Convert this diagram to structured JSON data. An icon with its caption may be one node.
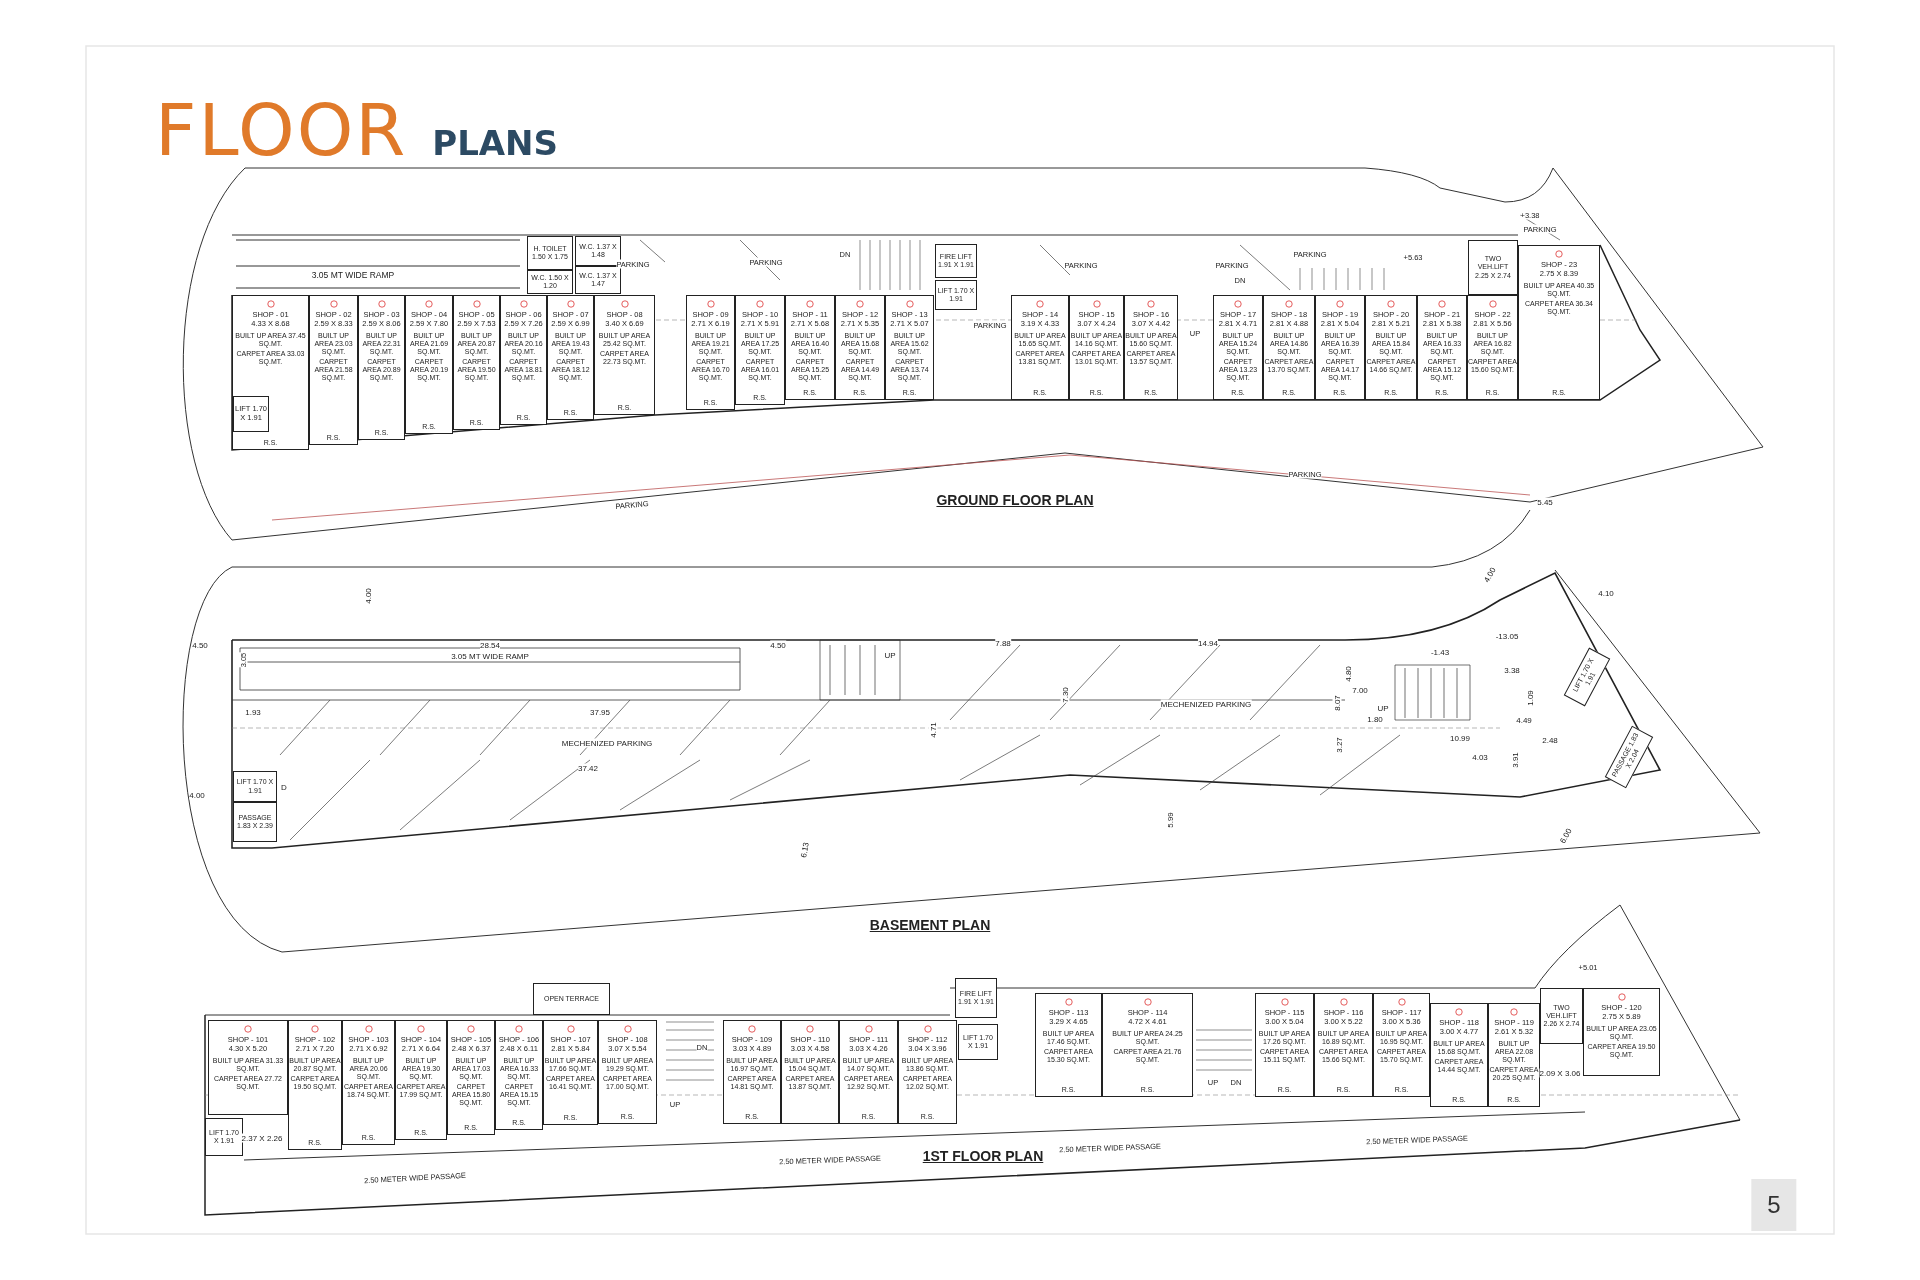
{
  "diagram": {
    "title": "FLOOR **PLANS**",
    "nodes": [
      {
        "text": [
          "SHOP - 01",
          "4.33 X 8.68",
          "BUILT UP AREA 37.45 SQ.MT.",
          "CARPET AREA 33.03 SQ.MT.",
          "R.S."
        ]
      },
      {
        "text": [
          "SHOP - 02",
          "2.59 X 8.33",
          "BUILT UP AREA 23.03 SQ.MT.",
          "CARPET AREA 21.58 SQ.MT.",
          "R.S."
        ]
      },
      {
        "text": [
          "SHOP - 03",
          "2.59 X 8.06",
          "BUILT UP AREA 22.31 SQ.MT.",
          "CARPET AREA 20.89 SQ.MT.",
          "R.S."
        ]
      },
      {
        "text": [
          "SHOP - 04",
          "2.59 X 7.80",
          "BUILT UP AREA 21.69 SQ.MT.",
          "CARPET AREA 20.19 SQ.MT.",
          "R.S."
        ]
      },
      {
        "text": [
          "SHOP - 05",
          "2.59 X 7.53",
          "BUILT UP AREA 20.87 SQ.MT.",
          "CARPET AREA 19.50 SQ.MT.",
          "R.S."
        ]
      },
      {
        "text": [
          "SHOP - 06",
          "2.59 X 7.26",
          "BUILT UP AREA 20.16 SQ.MT.",
          "CARPET AREA 18.81 SQ.MT.",
          "R.S."
        ]
      },
      {
        "text": [
          "SHOP - 07",
          "2.59 X 6.99",
          "BUILT UP AREA 19.43 SQ.MT.",
          "CARPET AREA 18.12 SQ.MT.",
          "R.S."
        ]
      },
      {
        "text": [
          "SHOP - 08",
          "3.40 X 6.69",
          "BUILT UP AREA 25.42 SQ.MT.",
          "CARPET AREA 22.73 SQ.MT.",
          "R.S."
        ]
      },
      {
        "text": [
          "SHOP - 09",
          "2.71 X 6.19",
          "BUILT UP AREA 19.21 SQ.MT.",
          "CARPET AREA 16.70 SQ.MT.",
          "R.S."
        ]
      },
      {
        "text": [
          "SHOP - 10",
          "2.71 X 5.91",
          "BUILT UP AREA 17.25 SQ.MT.",
          "CARPET AREA 16.01 SQ.MT.",
          "R.S."
        ]
      },
      {
        "text": [
          "SHOP - 11",
          "2.71 X 5.68",
          "BUILT UP AREA 16.40 SQ.MT.",
          "CARPET AREA 15.25 SQ.MT.",
          "R.S."
        ]
      },
      {
        "text": [
          "SHOP - 12",
          "2.71 X 5.35",
          "BUILT UP AREA 15.68 SQ.MT.",
          "CARPET AREA 14.49 SQ.MT.",
          "R.S."
        ]
      },
      {
        "text": [
          "SHOP - 13",
          "2.71 X 5.07",
          "BUILT UP AREA 15.62 SQ.MT.",
          "CARPET AREA 13.74 SQ.MT.",
          "R.S."
        ]
      },
      {
        "text": [
          "SHOP - 14",
          "3.19 X 4.33",
          "BUILT UP AREA 15.65 SQ.MT.",
          "CARPET AREA 13.81 SQ.MT.",
          "R.S."
        ]
      },
      {
        "text": [
          "SHOP - 15",
          "3.07 X 4.24",
          "BUILT UP AREA 14.16 SQ.MT.",
          "CARPET AREA 13.01 SQ.MT.",
          "R.S."
        ]
      },
      {
        "text": [
          "SHOP - 16",
          "3.07 X 4.42",
          "BUILT UP AREA 15.60 SQ.MT.",
          "CARPET AREA 13.57 SQ.MT.",
          "R.S."
        ]
      },
      {
        "text": [
          "SHOP - 17",
          "2.81 X 4.71",
          "BUILT UP AREA 15.24 SQ.MT.",
          "CARPET AREA 13.23 SQ.MT.",
          "R.S."
        ]
      },
      {
        "text": [
          "SHOP - 18",
          "2.81 X 4.88",
          "BUILT UP AREA 14.86 SQ.MT.",
          "CARPET AREA 13.70 SQ.MT.",
          "R.S."
        ]
      },
      {
        "text": [
          "SHOP - 19",
          "2.81 X 5.04",
          "BUILT UP AREA 16.39 SQ.MT.",
          "CARPET AREA 14.17 SQ.MT.",
          "R.S."
        ]
      },
      {
        "text": [
          "SHOP - 20",
          "2.81 X 5.21",
          "BUILT UP AREA 15.84 SQ.MT.",
          "CARPET AREA 14.66 SQ.MT.",
          "R.S."
        ]
      },
      {
        "text": [
          "SHOP - 21",
          "2.81 X 5.38",
          "BUILT UP AREA 16.33 SQ.MT.",
          "CARPET AREA 15.12 SQ.MT.",
          "R.S."
        ]
      },
      {
        "text": [
          "SHOP - 22",
          "2.81 X 5.56",
          "BUILT UP AREA 16.82 SQ.MT.",
          "CARPET AREA 15.60 SQ.MT.",
          "R.S."
        ]
      },
      {
        "text": [
          "SHOP - 23",
          "2.75 X 8.39",
          "BUILT UP AREA 40.35 SQ.MT.",
          "CARPET AREA 36.34 SQ.MT.",
          "R.S."
        ]
      },
      {
        "text": [
          "H. TOILET 1.50 X 1.75"
        ]
      },
      {
        "text": [
          "W.C. 1.50 X 1.20"
        ]
      },
      {
        "text": [
          "W.C. 1.37 X 1.48"
        ]
      },
      {
        "text": [
          "W.C. 1.37 X 1.47"
        ]
      },
      {
        "text": [
          "FIRE LIFT 1.91 X 1.91"
        ]
      },
      {
        "text": [
          "LIFT 1.70 X 1.91"
        ]
      },
      {
        "text": [
          "TWO VEH.LIFT 2.25 X 2.74"
        ]
      },
      {
        "text": [
          "LIFT 1.70 X 1.91"
        ],
        "in": 0
      },
      {
        "text": [
          "LIFT 1.70 X 1.91"
        ]
      },
      {
        "text": [
          "PASSAGE 1.83 X 2.39"
        ]
      },
      {
        "text": [
          "LIFT 1.70 X 1.91"
        ]
      },
      {
        "text": [
          "PASSAGE 1.83 X 2.04"
        ]
      },
      {
        "text": [
          "SHOP - 101",
          "4.30 X 5.20",
          "BUILT UP AREA 31.33 SQ.MT.",
          "CARPET AREA 27.72 SQ.MT."
        ]
      },
      {
        "text": [
          "SHOP - 102",
          "2.71 X 7.20",
          "BUILT UP AREA 20.87 SQ.MT.",
          "CARPET AREA 19.50 SQ.MT.",
          "R.S."
        ]
      },
      {
        "text": [
          "SHOP - 103",
          "2.71 X 6.92",
          "BUILT UP AREA 20.06 SQ.MT.",
          "CARPET AREA 18.74 SQ.MT.",
          "R.S."
        ]
      },
      {
        "text": [
          "SHOP - 104",
          "2.71 X 6.64",
          "BUILT UP AREA 19.30 SQ.MT.",
          "CARPET AREA 17.99 SQ.MT.",
          "R.S."
        ]
      },
      {
        "text": [
          "SHOP - 105",
          "2.48 X 6.37",
          "BUILT UP AREA 17.03 SQ.MT.",
          "CARPET AREA 15.80 SQ.MT.",
          "R.S."
        ]
      },
      {
        "text": [
          "SHOP - 106",
          "2.48 X 6.11",
          "BUILT UP AREA 16.33 SQ.MT.",
          "CARPET AREA 15.15 SQ.MT.",
          "R.S."
        ]
      },
      {
        "text": [
          "SHOP - 107",
          "2.81 X 5.84",
          "BUILT UP AREA 17.66 SQ.MT.",
          "CARPET AREA 16.41 SQ.MT.",
          "R.S."
        ]
      },
      {
        "text": [
          "SHOP - 108",
          "3.07 X 5.54",
          "BUILT UP AREA 19.29 SQ.MT.",
          "CARPET AREA 17.00 SQ.MT.",
          "R.S."
        ]
      },
      {
        "text": [
          "SHOP - 109",
          "3.03 X 4.89",
          "BUILT UP AREA 16.97 SQ.MT.",
          "CARPET AREA 14.81 SQ.MT.",
          "R.S."
        ]
      },
      {
        "text": [
          "SHOP - 110",
          "3.03 X 4.58",
          "BUILT UP AREA 15.04 SQ.MT.",
          "CARPET AREA 13.87 SQ.MT."
        ]
      },
      {
        "text": [
          "SHOP - 111",
          "3.03 X 4.26",
          "BUILT UP AREA 14.07 SQ.MT.",
          "CARPET AREA 12.92 SQ.MT.",
          "R.S."
        ]
      },
      {
        "text": [
          "SHOP - 112",
          "3.04 X 3.96",
          "BUILT UP AREA 13.86 SQ.MT.",
          "CARPET AREA 12.02 SQ.MT.",
          "R.S."
        ]
      },
      {
        "text": [
          "SHOP - 113",
          "3.29 X 4.65",
          "BUILT UP AREA 17.46 SQ.MT.",
          "CARPET AREA 15.30 SQ.MT.",
          "R.S."
        ]
      },
      {
        "text": [
          "SHOP - 114",
          "4.72 X 4.61",
          "BUILT UP AREA 24.25 SQ.MT.",
          "CARPET AREA 21.76 SQ.MT.",
          "R.S."
        ]
      },
      {
        "text": [
          "SHOP - 115",
          "3.00 X 5.04",
          "BUILT UP AREA 17.26 SQ.MT.",
          "CARPET AREA 15.11 SQ.MT.",
          "R.S."
        ]
      },
      {
        "text": [
          "SHOP - 116",
          "3.00 X 5.22",
          "BUILT UP AREA 16.89 SQ.MT.",
          "CARPET AREA 15.66 SQ.MT.",
          "R.S."
        ]
      },
      {
        "text": [
          "SHOP - 117",
          "3.00 X 5.36",
          "BUILT UP AREA 16.95 SQ.MT.",
          "CARPET AREA 15.70 SQ.MT.",
          "R.S."
        ]
      },
      {
        "text": [
          "SHOP - 118",
          "3.00 X 4.77",
          "BUILT UP AREA 15.68 SQ.MT.",
          "CARPET AREA 14.44 SQ.MT.",
          "R.S."
        ]
      },
      {
        "text": [
          "SHOP - 119",
          "2.61 X 5.32",
          "BUILT UP AREA 22.08 SQ.MT.",
          "CARPET AREA 20.25 SQ.MT.",
          "R.S."
        ]
      },
      {
        "text": [
          "SHOP - 120",
          "2.75 X 5.89",
          "BUILT UP AREA 23.05 SQ.MT.",
          "CARPET AREA 19.50 SQ.MT."
        ]
      },
      {
        "text": [
          "OPEN TERRACE"
        ]
      },
      {
        "text": [
          "LIFT 1.70 X 1.91"
        ]
      },
      {
        "text": [
          "FIRE LIFT 1.91 X 1.91"
        ]
      },
      {
        "text": [
          "LIFT 1.70 X 1.91"
        ]
      },
      {
        "text": [
          "TWO VEH.LIFT 2.26 X 2.74"
        ]
      }
    ],
    "labels": [
      "GROUND FLOOR PLAN",
      "3.05 MT WIDE RAMP",
      "PARKING",
      "PARKING",
      "DN",
      "PARKING",
      "PARKING",
      "UP",
      "PARKING",
      "PARKING",
      "DN",
      "+5.63",
      "+3.38",
      "PARKING",
      "PARKING",
      "PARKING",
      "5.45",
      "BASEMENT PLAN",
      "4.50",
      "28.54",
      "4.50",
      "7.88",
      "14.94",
      "4.00",
      "3.05 MT WIDE RAMP",
      "UP",
      "3.05",
      "1.93",
      "37.95",
      "MECHENIZED PARKING",
      "MECHENIZED PARKING",
      "37.42",
      "4.71",
      "7.30",
      "4.80",
      "8.07",
      "7.00",
      "UP",
      "-1.43",
      "-13.05",
      "1.80",
      "10.99",
      "4.49",
      "2.48",
      "4.03",
      "3.27",
      "4.00",
      "6.13",
      "5.99",
      "6.00",
      "4.10",
      "4.00",
      "3.38",
      "3.91",
      "1.09",
      "D",
      "2.37 X 2.26",
      "DN",
      "UP",
      "2.50 METER WIDE PASSAGE",
      "2.50 METER WIDE PASSAGE",
      "2.50 METER WIDE PASSAGE",
      "2.50 METER WIDE PASSAGE",
      "UP",
      "DN",
      "2.09 X 3.06",
      "+5.01",
      "1ST FLOOR PLAN",
      "5"
    ]
  }
}
